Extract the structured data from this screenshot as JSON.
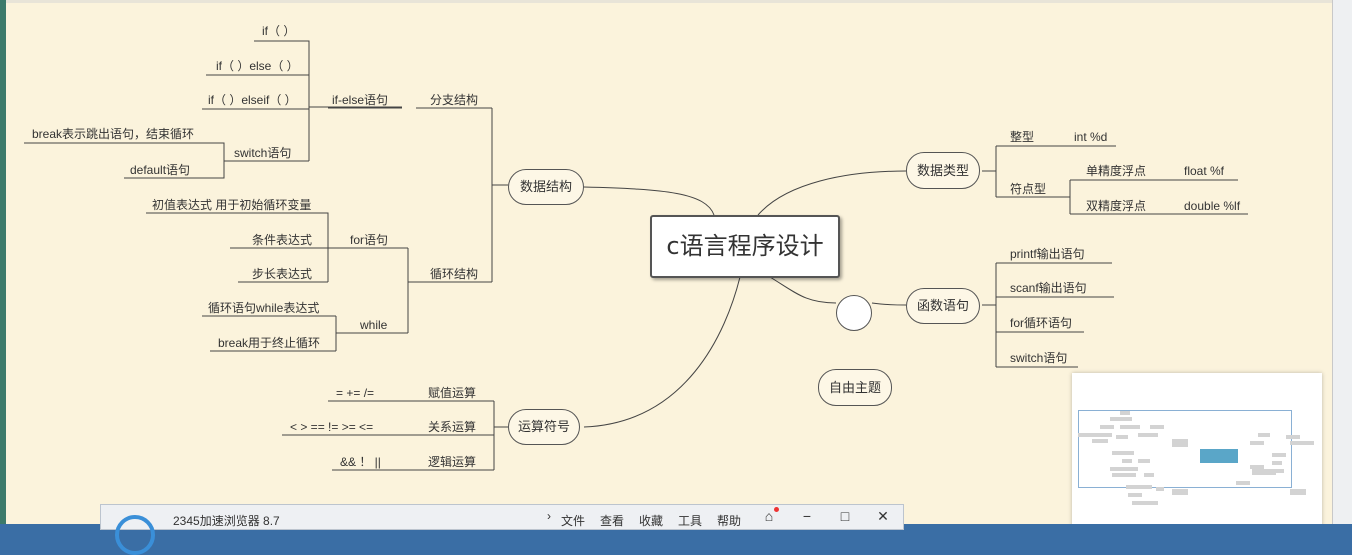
{
  "root": {
    "title": "c语言程序设计"
  },
  "floating_topic": "自由主题",
  "branches": {
    "data_structure": {
      "label": "数据结构",
      "branch": {
        "label": "分支结构",
        "ifelse": {
          "label": "if-else语句",
          "items": [
            "if（ ）",
            "if（ ）else（ ）",
            "if（ ）elseif（ ）"
          ]
        },
        "switch": {
          "label": "switch语句",
          "items": [
            "break表示跳出语句，结束循环",
            "default语句"
          ]
        }
      },
      "loop": {
        "label": "循环结构",
        "for": {
          "label": "for语句",
          "items": [
            "初值表达式 用于初始循环变量",
            "条件表达式",
            "步长表达式"
          ]
        },
        "while": {
          "label": "while",
          "items": [
            "循环语句while表达式",
            "break用于终止循环"
          ]
        }
      }
    },
    "operators": {
      "label": "运算符号",
      "items": [
        {
          "label": "赋值运算",
          "value": "=  +=  /="
        },
        {
          "label": "关系运算",
          "value": "< > == != >= <="
        },
        {
          "label": "逻辑运算",
          "value": "&&  ！ ||"
        }
      ]
    },
    "data_types": {
      "label": "数据类型",
      "int": {
        "label": "整型",
        "value": "int %d"
      },
      "float": {
        "label": "符点型",
        "single": {
          "label": "单精度浮点",
          "value": "float %f"
        },
        "double": {
          "label": "双精度浮点",
          "value": "double %lf"
        }
      }
    },
    "functions": {
      "label": "函数语句",
      "items": [
        "printf输出语句",
        "scanf输出语句",
        "for循环语句",
        "switch语句"
      ]
    }
  },
  "taskbar": {
    "title": "2345加速浏览器 8.7",
    "menu": [
      "文件",
      "查看",
      "收藏",
      "工具",
      "帮助"
    ]
  },
  "colors": {
    "canvas": "#fbf3dc",
    "line": "#444444",
    "minimap_accent": "#5aa6c8"
  },
  "icons": [
    "chevron-right-icon",
    "skin-icon",
    "minimize-icon",
    "maximize-icon",
    "close-icon"
  ]
}
